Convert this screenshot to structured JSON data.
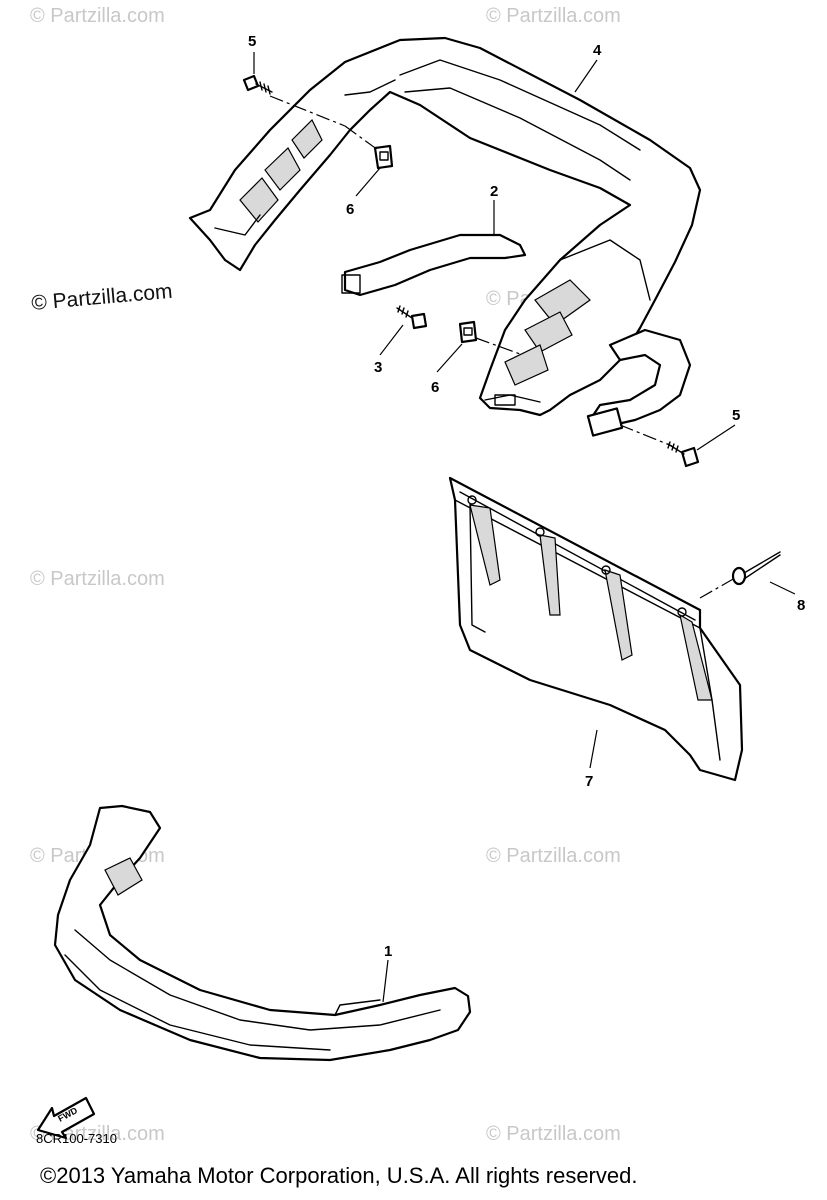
{
  "watermark": "© Partzilla.com",
  "callouts": {
    "c1": "1",
    "c2": "2",
    "c3": "3",
    "c4": "4",
    "c5a": "5",
    "c5b": "5",
    "c6a": "6",
    "c6b": "6",
    "c7": "7",
    "c8": "8"
  },
  "fwd_label": "FWD",
  "diagram_code": "8CR100-7310",
  "copyright": "©2013 Yamaha Motor Corporation, U.S.A. All rights reserved."
}
